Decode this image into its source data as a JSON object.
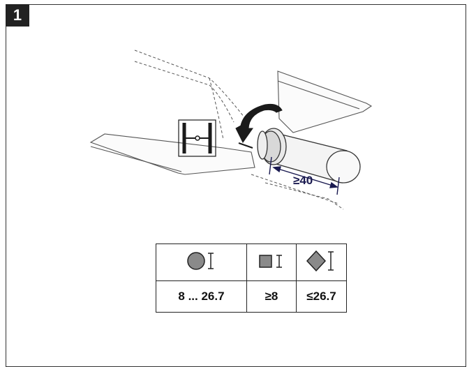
{
  "step": {
    "number": "1"
  },
  "illustration": {
    "dimension_label": "≥40",
    "icons": [
      "fixture-symbol-icon",
      "rotate-arrow-icon"
    ]
  },
  "spec_table": {
    "shapes": [
      "round-profile-icon",
      "square-profile-icon",
      "hexagon-profile-icon"
    ],
    "values": [
      "8 ... 26.7",
      "≥8",
      "≤26.7"
    ]
  }
}
